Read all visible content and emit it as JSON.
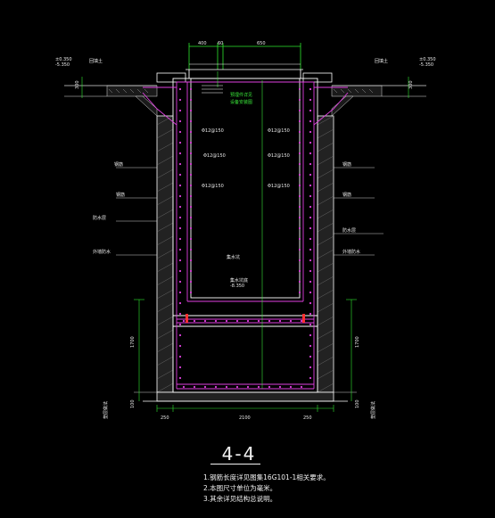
{
  "title": "4-4",
  "notes": [
    "1.钢筋长度详见图集16G101-1相关要求。",
    "2.本图尺寸单位为毫米。",
    "3.其余详见结构总说明。"
  ],
  "dimensions": {
    "top_left": "400",
    "top_mid": "60",
    "top_right": "650",
    "bottom_left": "250",
    "bottom_mid": "2100",
    "bottom_right": "250",
    "left_height": "1700",
    "right_height": "1700",
    "left_small": "100",
    "right_small": "100",
    "left_top_small": "300",
    "right_top_small": "300"
  },
  "elevations": {
    "left_top": "±0.350",
    "left_top2": "-5.350",
    "right_top": "±0.350",
    "right_top2": "-5.350",
    "inner_bottom": "-8.350",
    "inner_label": "集水坑底"
  },
  "labels": {
    "left_ground": "回填土",
    "right_ground": "回填土",
    "left_side_1": "钢筋",
    "left_side_2": "钢筋",
    "left_side_3": "防水层",
    "left_side_4": "外墙防水",
    "right_side_1": "钢筋",
    "right_side_2": "钢筋",
    "right_side_3": "防水层",
    "right_side_4": "外墙防水",
    "rebar_1": "Φ12@150",
    "rebar_2": "Φ12@150",
    "rebar_3": "Φ12@150",
    "rebar_4": "Φ12@150",
    "rebar_5": "Φ12@150",
    "rebar_6": "Φ12@150",
    "center_mark": "集水坑",
    "bottom_left_label": "垫层做法",
    "bottom_right_label": "垫层做法",
    "top_note": "预埋件详见",
    "top_note2": "设备安装图"
  },
  "colors": {
    "background": "#000000",
    "wall": "#ffffff",
    "rebar": "#e040e0",
    "text": "#e8e8e8",
    "green": "#39e639",
    "cyan": "#00e5e5",
    "red": "#ff3030"
  }
}
